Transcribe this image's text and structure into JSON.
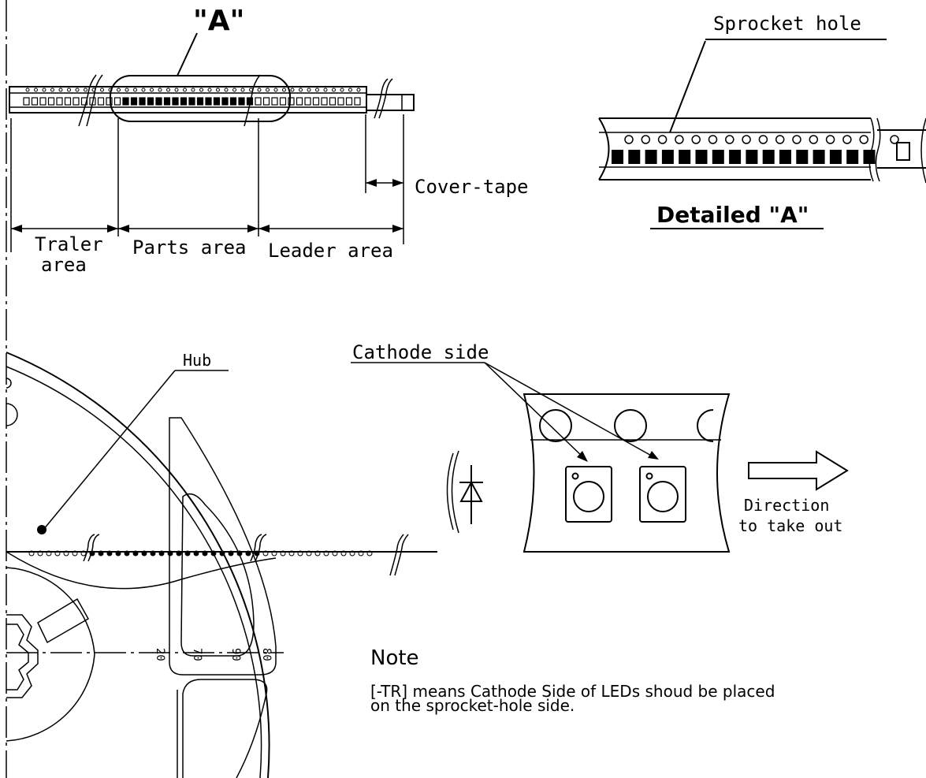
{
  "tape_overview": {
    "detail_marker": "\"A\"",
    "trailer_label_line1": "Traler",
    "trailer_label_line2": "area",
    "parts_label": "Parts area",
    "leader_label": "Leader area",
    "cover_tape_label": "Cover-tape"
  },
  "detail_a": {
    "sprocket_label": "Sprocket hole",
    "title": "Detailed \"A\""
  },
  "reel": {
    "hub_label": "Hub",
    "marks": [
      "20",
      "70",
      "90",
      "80"
    ]
  },
  "orientation": {
    "cathode_label": "Cathode side",
    "direction_line1": "Direction",
    "direction_line2": "to take out"
  },
  "note": {
    "heading": "Note",
    "line1": "[-TR] means Cathode Side of LEDs shoud be placed",
    "line2": "on the sprocket-hole side."
  }
}
